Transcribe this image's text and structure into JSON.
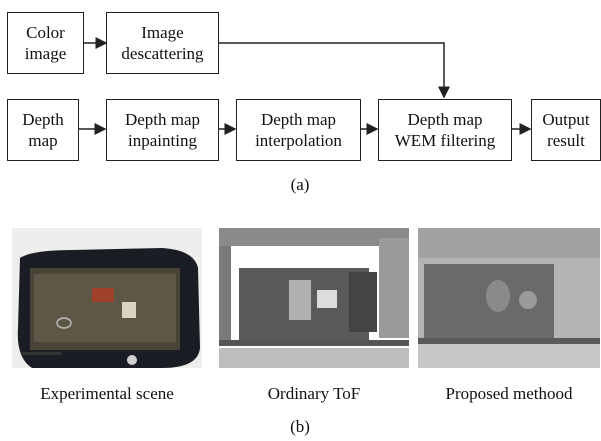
{
  "flow_top": {
    "color_image": "Color\nimage",
    "image_descattering": "Image\ndescattering"
  },
  "flow_bottom": {
    "depth_map": "Depth\nmap",
    "inpainting": "Depth map\ninpainting",
    "interpolation": "Depth map\ninterpolation",
    "wem_filtering": "Depth map\nWEM filtering",
    "output": "Output\nresult"
  },
  "caption_a": "(a)",
  "caption_b": "(b)",
  "images": {
    "scene_label": "Experimental scene",
    "tof_label": "Ordinary ToF",
    "proposed_label": "Proposed methood"
  }
}
